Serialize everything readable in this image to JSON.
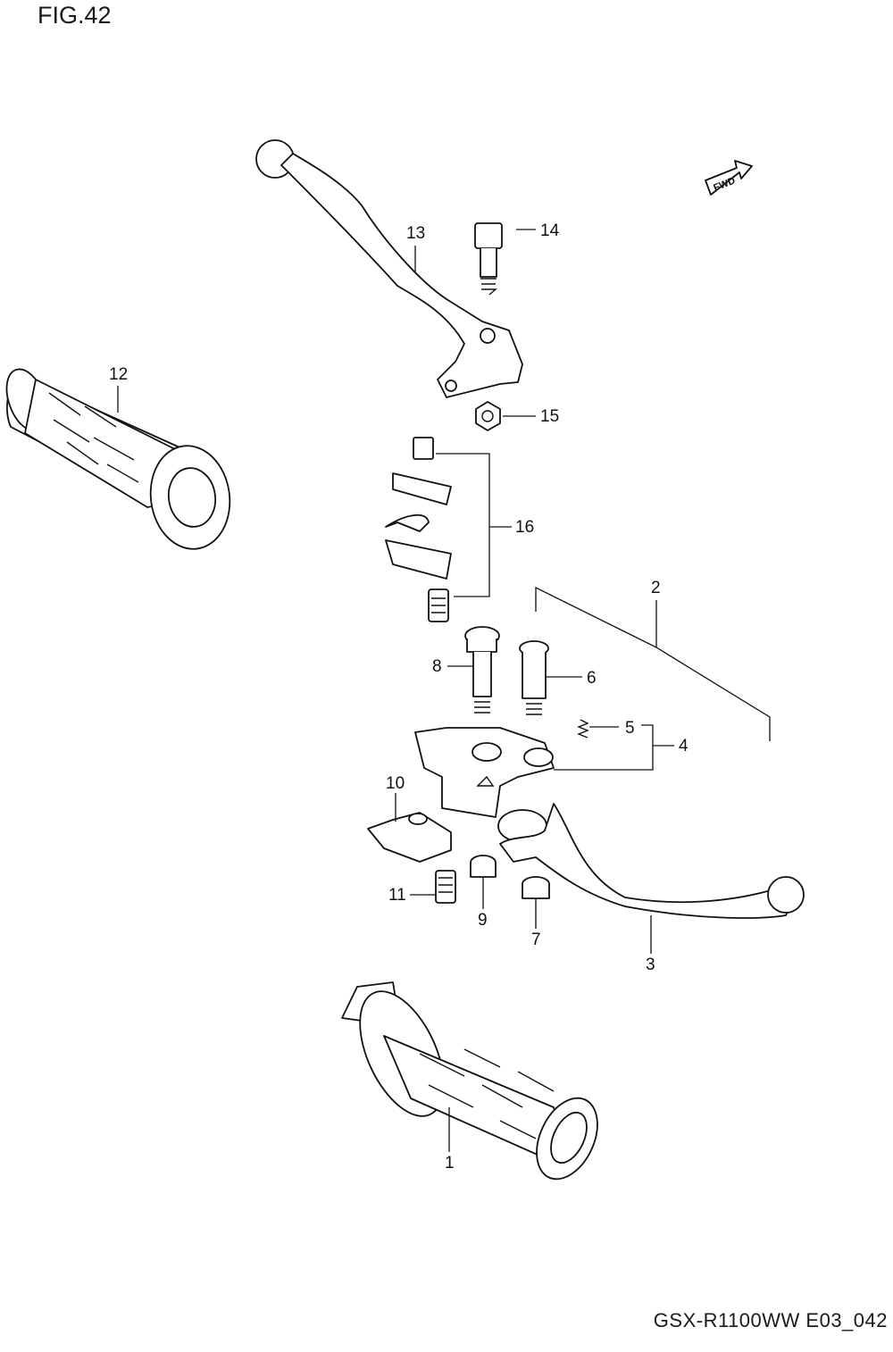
{
  "figure": {
    "title": "FIG.42",
    "code": "GSX-R1100WW  E03_042"
  },
  "direction_badge": "FWD",
  "callouts": {
    "c1": "1",
    "c2": "2",
    "c3": "3",
    "c4": "4",
    "c5": "5",
    "c6": "6",
    "c7": "7",
    "c8": "8",
    "c9": "9",
    "c10": "10",
    "c11": "11",
    "c12": "12",
    "c13": "13",
    "c14": "14",
    "c15": "15",
    "c16": "16"
  }
}
